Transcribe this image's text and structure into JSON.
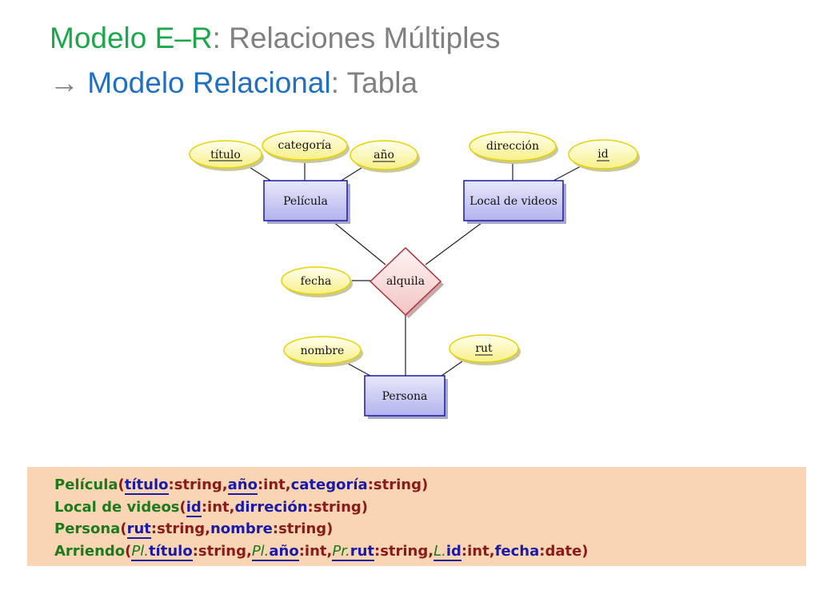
{
  "slide": {
    "title_line1": {
      "part1": "Modelo E–R",
      "part2": ": Relaciones Múltiples"
    },
    "title_line2": {
      "arrow": "→ ",
      "part1": "Modelo Relacional",
      "part2": ": Tabla"
    }
  },
  "diagram": {
    "entities": [
      {
        "id": "pelicula",
        "label": "Película"
      },
      {
        "id": "local",
        "label": "Local de videos"
      },
      {
        "id": "persona",
        "label": "Persona"
      }
    ],
    "relationship": {
      "label": "alquila"
    },
    "attributes": [
      {
        "id": "titulo",
        "label": "título",
        "key": true
      },
      {
        "id": "categoria",
        "label": "categoría",
        "key": false
      },
      {
        "id": "anio",
        "label": "año",
        "key": true
      },
      {
        "id": "direccion",
        "label": "dirección",
        "key": false
      },
      {
        "id": "id",
        "label": "id",
        "key": true
      },
      {
        "id": "fecha",
        "label": "fecha",
        "key": false
      },
      {
        "id": "nombre",
        "label": "nombre",
        "key": false
      },
      {
        "id": "rut",
        "label": "rut",
        "key": true
      }
    ]
  },
  "schema": {
    "lines": [
      {
        "relation": "Película",
        "attrs": [
          {
            "name": "título",
            "type": "string",
            "pk": true
          },
          {
            "name": "año",
            "type": "int",
            "pk": true
          },
          {
            "name": "categoría",
            "type": "string",
            "pk": false
          }
        ]
      },
      {
        "relation": "Local de videos",
        "attrs": [
          {
            "name": "id",
            "type": "int",
            "pk": true
          },
          {
            "name": "dirreción",
            "type": "string",
            "pk": false
          }
        ]
      },
      {
        "relation": "Persona",
        "attrs": [
          {
            "name": "rut",
            "type": "string",
            "pk": true
          },
          {
            "name": "nombre",
            "type": "string",
            "pk": false
          }
        ]
      },
      {
        "relation": "Arriendo",
        "attrs": [
          {
            "prefix": "Pl.",
            "name": "título",
            "type": "string",
            "pk": true
          },
          {
            "prefix": "Pl.",
            "name": "año",
            "type": "int",
            "pk": true
          },
          {
            "prefix": "Pr.",
            "name": "rut",
            "type": "string",
            "pk": true
          },
          {
            "prefix": "L.",
            "name": "id",
            "type": "int",
            "pk": true
          },
          {
            "name": "fecha",
            "type": "date",
            "pk": false
          }
        ]
      }
    ]
  }
}
